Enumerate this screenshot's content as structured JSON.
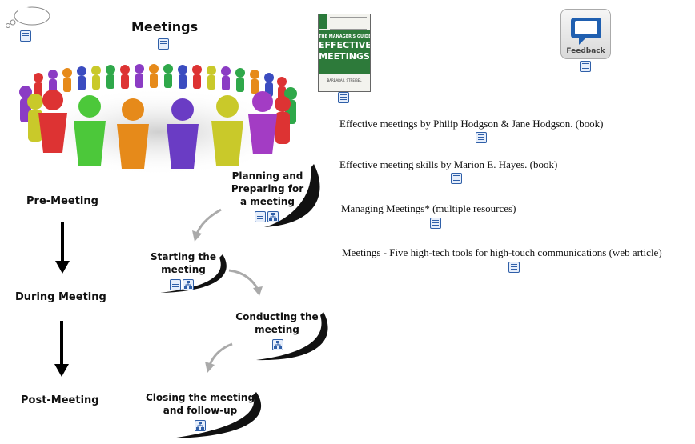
{
  "title": "Meetings",
  "book_cover": {
    "line1": "THE MANAGER'S GUIDE TO",
    "line2": "EFFECTIVE",
    "line3": "MEETINGS",
    "author": "BARBARA J. STREIBEL",
    "accent": "#2a7a3a"
  },
  "feedback_label": "Feedback",
  "phases": [
    "Pre-Meeting",
    "During Meeting",
    "Post-Meeting"
  ],
  "steps": [
    {
      "label": "Planning and Preparing for a meeting"
    },
    {
      "label": "Starting the meeting"
    },
    {
      "label": "Conducting the meeting"
    },
    {
      "label": "Closing the meeting and follow-up"
    }
  ],
  "resources": [
    "Effective meetings by Philip Hodgson & Jane Hodgson. (book)",
    "Effective meeting skills by Marion E. Hayes. (book)",
    "Managing Meetings* (multiple resources)",
    "Meetings - Five high-tech tools for high-touch communications (web article)"
  ],
  "icons": {
    "note": "note-icon",
    "map": "linked-map-icon",
    "cloud": "thought-cloud-icon",
    "speech": "speech-bubble-icon"
  }
}
